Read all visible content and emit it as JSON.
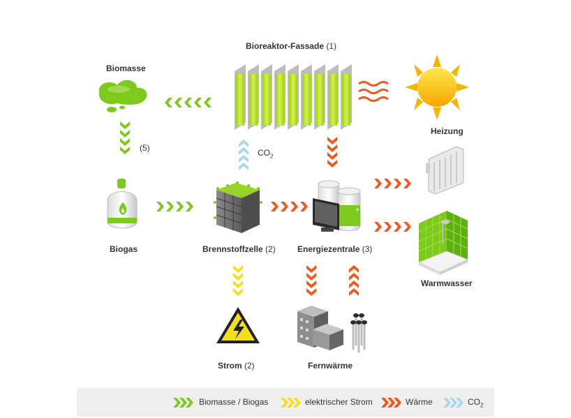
{
  "labels": {
    "bioreaktor": {
      "name": "Bioreaktor-Fassade",
      "ref": "(1)"
    },
    "biomasse": {
      "name": "Biomasse"
    },
    "step5": {
      "ref": "(5)"
    },
    "co2": {
      "base": "CO",
      "sub": "2"
    },
    "heizung": {
      "name": "Heizung"
    },
    "biogas": {
      "name": "Biogas"
    },
    "brennstoffzelle": {
      "name": "Brennstoffzelle",
      "ref": "(2)"
    },
    "energiezentrale": {
      "name": "Energiezentrale",
      "ref": "(3)"
    },
    "warmwasser": {
      "name": "Warmwasser"
    },
    "strom": {
      "name": "Strom",
      "ref": "(2)"
    },
    "fernwaerme": {
      "name": "Fernwärme"
    }
  },
  "legend": [
    {
      "key": "biomasse",
      "label": "Biomasse / Biogas",
      "color": "#7dc91e"
    },
    {
      "key": "strom",
      "label": "elektrischer Strom",
      "color": "#f5df1a"
    },
    {
      "key": "waerme",
      "label": "Wärme",
      "color": "#f2581d"
    },
    {
      "key": "co2",
      "label": "CO",
      "sub": "2",
      "color": "#a8d7ee"
    }
  ],
  "colors": {
    "green": "#7dc91e",
    "yellow": "#f5df1a",
    "orange": "#f2581d",
    "lightblue": "#a8d7ee"
  }
}
